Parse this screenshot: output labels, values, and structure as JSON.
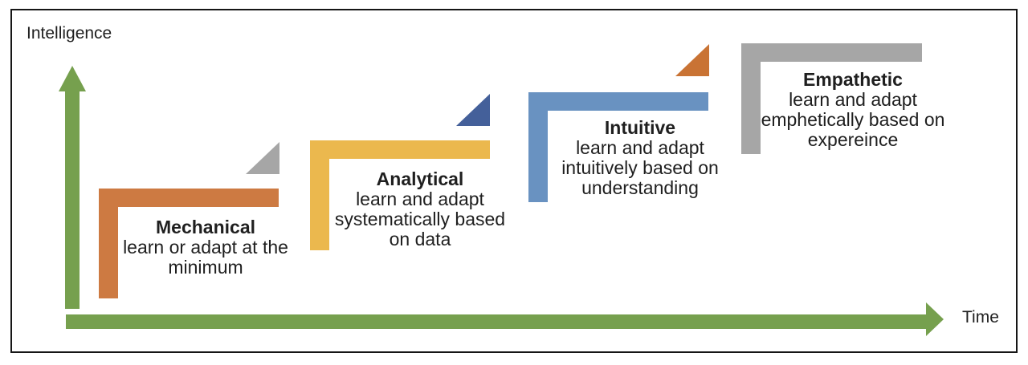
{
  "axes": {
    "y_label": "Intelligence",
    "x_label": "Time",
    "color": "#76A04E"
  },
  "steps": [
    {
      "title": "Mechanical",
      "desc_lines": [
        "learn or adapt at the",
        "minimum"
      ],
      "color": "#CD7A42"
    },
    {
      "title": "Analytical",
      "desc_lines": [
        "learn and adapt",
        "systematically based",
        "on data"
      ],
      "color": "#EBB84E"
    },
    {
      "title": "Intuitive",
      "desc_lines": [
        "learn and adapt",
        "intuitively based on",
        "understanding"
      ],
      "color": "#6992C1"
    },
    {
      "title": "Empathetic",
      "desc_lines": [
        "learn and adapt",
        "emphetically based on",
        "expereince"
      ],
      "color": "#A6A6A6"
    }
  ],
  "triangles": [
    {
      "name": "gray step-up triangle",
      "color": "#A6A6A6"
    },
    {
      "name": "navy step-up triangle",
      "color": "#44609A"
    },
    {
      "name": "orange step-up triangle",
      "color": "#C97334"
    }
  ]
}
